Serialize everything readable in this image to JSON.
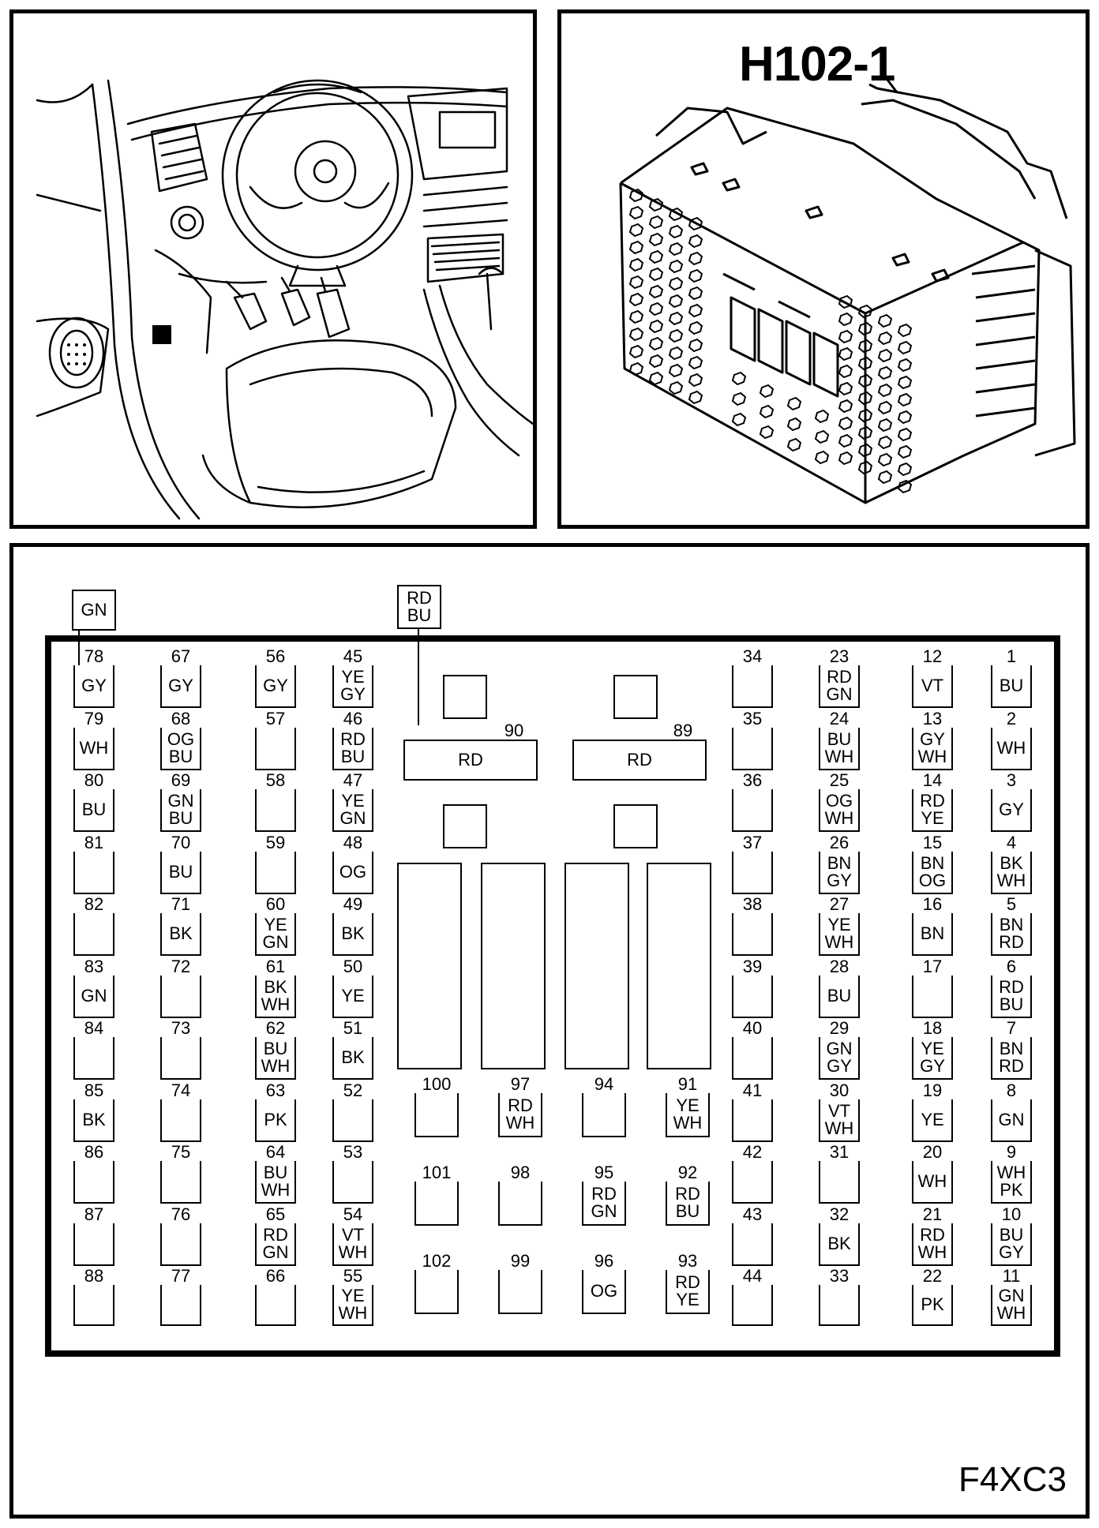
{
  "connector_title": "H102-1",
  "figure_code": "F4XC3",
  "feed_wires": [
    {
      "id": "feed-left",
      "lines": [
        "GN"
      ]
    },
    {
      "id": "feed-mid",
      "lines": [
        "RD",
        "BU"
      ]
    }
  ],
  "pins": [
    {
      "n": "1",
      "c": [
        "BU"
      ]
    },
    {
      "n": "2",
      "c": [
        "WH"
      ]
    },
    {
      "n": "3",
      "c": [
        "GY"
      ]
    },
    {
      "n": "4",
      "c": [
        "BK",
        "WH"
      ]
    },
    {
      "n": "5",
      "c": [
        "BN",
        "RD"
      ]
    },
    {
      "n": "6",
      "c": [
        "RD",
        "BU"
      ]
    },
    {
      "n": "7",
      "c": [
        "BN",
        "RD"
      ]
    },
    {
      "n": "8",
      "c": [
        "GN"
      ]
    },
    {
      "n": "9",
      "c": [
        "WH",
        "PK"
      ]
    },
    {
      "n": "10",
      "c": [
        "BU",
        "GY"
      ]
    },
    {
      "n": "11",
      "c": [
        "GN",
        "WH"
      ]
    },
    {
      "n": "12",
      "c": [
        "VT"
      ]
    },
    {
      "n": "13",
      "c": [
        "GY",
        "WH"
      ]
    },
    {
      "n": "14",
      "c": [
        "RD",
        "YE"
      ]
    },
    {
      "n": "15",
      "c": [
        "BN",
        "OG"
      ]
    },
    {
      "n": "16",
      "c": [
        "BN"
      ]
    },
    {
      "n": "17",
      "c": []
    },
    {
      "n": "18",
      "c": [
        "YE",
        "GY"
      ]
    },
    {
      "n": "19",
      "c": [
        "YE"
      ]
    },
    {
      "n": "20",
      "c": [
        "WH"
      ]
    },
    {
      "n": "21",
      "c": [
        "RD",
        "WH"
      ]
    },
    {
      "n": "22",
      "c": [
        "PK"
      ]
    },
    {
      "n": "23",
      "c": [
        "RD",
        "GN"
      ]
    },
    {
      "n": "24",
      "c": [
        "BU",
        "WH"
      ]
    },
    {
      "n": "25",
      "c": [
        "OG",
        "WH"
      ]
    },
    {
      "n": "26",
      "c": [
        "BN",
        "GY"
      ]
    },
    {
      "n": "27",
      "c": [
        "YE",
        "WH"
      ]
    },
    {
      "n": "28",
      "c": [
        "BU"
      ]
    },
    {
      "n": "29",
      "c": [
        "GN",
        "GY"
      ]
    },
    {
      "n": "30",
      "c": [
        "VT",
        "WH"
      ]
    },
    {
      "n": "31",
      "c": []
    },
    {
      "n": "32",
      "c": [
        "BK"
      ]
    },
    {
      "n": "33",
      "c": []
    },
    {
      "n": "34",
      "c": []
    },
    {
      "n": "35",
      "c": []
    },
    {
      "n": "36",
      "c": []
    },
    {
      "n": "37",
      "c": []
    },
    {
      "n": "38",
      "c": []
    },
    {
      "n": "39",
      "c": []
    },
    {
      "n": "40",
      "c": []
    },
    {
      "n": "41",
      "c": []
    },
    {
      "n": "42",
      "c": []
    },
    {
      "n": "43",
      "c": []
    },
    {
      "n": "44",
      "c": []
    },
    {
      "n": "45",
      "c": [
        "YE",
        "GY"
      ]
    },
    {
      "n": "46",
      "c": [
        "RD",
        "BU"
      ]
    },
    {
      "n": "47",
      "c": [
        "YE",
        "GN"
      ]
    },
    {
      "n": "48",
      "c": [
        "OG"
      ]
    },
    {
      "n": "49",
      "c": [
        "BK"
      ]
    },
    {
      "n": "50",
      "c": [
        "YE"
      ]
    },
    {
      "n": "51",
      "c": [
        "BK"
      ]
    },
    {
      "n": "52",
      "c": []
    },
    {
      "n": "53",
      "c": []
    },
    {
      "n": "54",
      "c": [
        "VT",
        "WH"
      ]
    },
    {
      "n": "55",
      "c": [
        "YE",
        "WH"
      ]
    },
    {
      "n": "56",
      "c": [
        "GY"
      ]
    },
    {
      "n": "57",
      "c": []
    },
    {
      "n": "58",
      "c": []
    },
    {
      "n": "59",
      "c": []
    },
    {
      "n": "60",
      "c": [
        "YE",
        "GN"
      ]
    },
    {
      "n": "61",
      "c": [
        "BK",
        "WH"
      ]
    },
    {
      "n": "62",
      "c": [
        "BU",
        "WH"
      ]
    },
    {
      "n": "63",
      "c": [
        "PK"
      ]
    },
    {
      "n": "64",
      "c": [
        "BU",
        "WH"
      ]
    },
    {
      "n": "65",
      "c": [
        "RD",
        "GN"
      ]
    },
    {
      "n": "66",
      "c": []
    },
    {
      "n": "67",
      "c": [
        "GY"
      ]
    },
    {
      "n": "68",
      "c": [
        "OG",
        "BU"
      ]
    },
    {
      "n": "69",
      "c": [
        "GN",
        "BU"
      ]
    },
    {
      "n": "70",
      "c": [
        "BU"
      ]
    },
    {
      "n": "71",
      "c": [
        "BK"
      ]
    },
    {
      "n": "72",
      "c": []
    },
    {
      "n": "73",
      "c": []
    },
    {
      "n": "74",
      "c": []
    },
    {
      "n": "75",
      "c": []
    },
    {
      "n": "76",
      "c": []
    },
    {
      "n": "77",
      "c": []
    },
    {
      "n": "78",
      "c": [
        "GY"
      ]
    },
    {
      "n": "79",
      "c": [
        "WH"
      ]
    },
    {
      "n": "80",
      "c": [
        "BU"
      ]
    },
    {
      "n": "81",
      "c": []
    },
    {
      "n": "82",
      "c": []
    },
    {
      "n": "83",
      "c": [
        "GN"
      ]
    },
    {
      "n": "84",
      "c": []
    },
    {
      "n": "85",
      "c": [
        "BK"
      ]
    },
    {
      "n": "86",
      "c": []
    },
    {
      "n": "87",
      "c": []
    },
    {
      "n": "88",
      "c": []
    },
    {
      "n": "89",
      "c": [
        "RD"
      ]
    },
    {
      "n": "90",
      "c": [
        "RD"
      ]
    },
    {
      "n": "91",
      "c": [
        "YE",
        "WH"
      ]
    },
    {
      "n": "92",
      "c": [
        "RD",
        "BU"
      ]
    },
    {
      "n": "93",
      "c": [
        "RD",
        "YE"
      ]
    },
    {
      "n": "94",
      "c": []
    },
    {
      "n": "95",
      "c": [
        "RD",
        "GN"
      ]
    },
    {
      "n": "96",
      "c": [
        "OG"
      ]
    },
    {
      "n": "97",
      "c": [
        "RD",
        "WH"
      ]
    },
    {
      "n": "98",
      "c": []
    },
    {
      "n": "99",
      "c": []
    },
    {
      "n": "100",
      "c": []
    },
    {
      "n": "101",
      "c": []
    },
    {
      "n": "102",
      "c": []
    }
  ]
}
